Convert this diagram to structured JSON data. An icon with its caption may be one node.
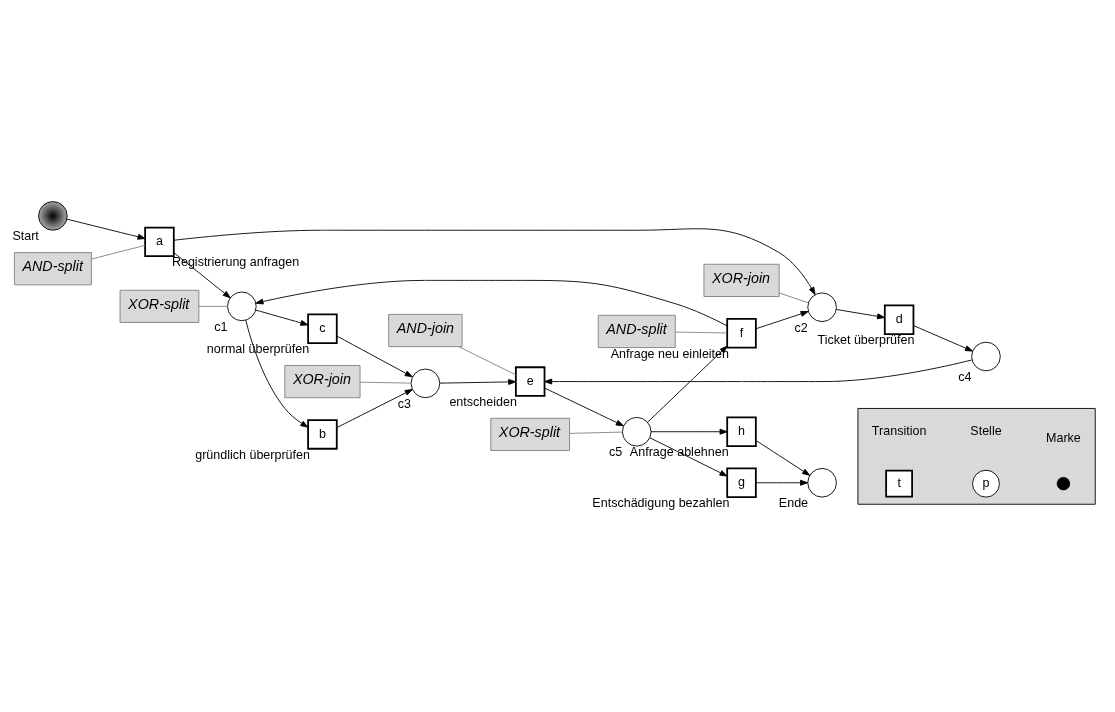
{
  "diagram": {
    "nodes": [
      {
        "text": [],
        "shape": "circle",
        "beside": [
          "Start"
        ]
      },
      {
        "text": [
          "a"
        ],
        "beside": [
          "Registrierung anfragen"
        ]
      },
      {
        "text": [],
        "shape": "circle",
        "beside": [
          "c1"
        ]
      },
      {
        "text": [],
        "shape": "circle",
        "beside": [
          "c2"
        ]
      },
      {
        "text": [
          "b"
        ],
        "beside": [
          "gründlich überprüfen"
        ]
      },
      {
        "text": [
          "c"
        ],
        "beside": [
          "normal überprüfen"
        ]
      },
      {
        "text": [
          "d"
        ],
        "beside": [
          "Ticket überprüfen"
        ]
      },
      {
        "text": [],
        "shape": "circle",
        "beside": [
          "c3"
        ]
      },
      {
        "text": [],
        "shape": "circle",
        "beside": [
          "c4"
        ]
      },
      {
        "text": [
          "e"
        ],
        "beside": [
          "entscheiden"
        ]
      },
      {
        "text": [],
        "shape": "circle",
        "beside": [
          "c5"
        ]
      },
      {
        "text": [
          "g"
        ],
        "beside": [
          "Entschädigung bezahlen"
        ]
      },
      {
        "text": [
          "h"
        ],
        "beside": [
          "Anfrage ablehnen"
        ]
      },
      {
        "text": [],
        "shape": "circle",
        "beside": [
          "Ende"
        ]
      },
      {
        "text": [
          "f"
        ],
        "beside": [
          "Anfrage neu einleiten"
        ]
      },
      {
        "text": [
          "AND-split"
        ]
      },
      {
        "text": [
          "XOR-split"
        ]
      },
      {
        "text": [
          "XOR-join"
        ]
      },
      {
        "text": [
          "AND-join"
        ]
      },
      {
        "text": [
          "XOR-split"
        ]
      },
      {
        "text": [
          "XOR-join"
        ]
      },
      {
        "text": [
          "AND-split"
        ]
      },
      {
        "text": [],
        "shape": "box"
      }
    ],
    "edges": [
      {
        "from": 0,
        "to": 1,
        "arrow": "to"
      },
      {
        "from": 1,
        "to": 2,
        "arrow": "to"
      },
      {
        "from": 1,
        "to": 3,
        "arrow": "to"
      },
      {
        "from": 2,
        "to": 4,
        "arrow": "to"
      },
      {
        "from": 2,
        "to": 5,
        "arrow": "to"
      },
      {
        "from": 3,
        "to": 6,
        "arrow": "to"
      },
      {
        "from": 4,
        "to": 7,
        "arrow": "to"
      },
      {
        "from": 5,
        "to": 7,
        "arrow": "to"
      },
      {
        "from": 6,
        "to": 8,
        "arrow": "to"
      },
      {
        "from": 7,
        "to": 9,
        "arrow": "to"
      },
      {
        "from": 8,
        "to": 9,
        "arrow": "to"
      },
      {
        "from": 9,
        "to": 10,
        "arrow": "to"
      },
      {
        "from": 10,
        "to": 11,
        "arrow": "to"
      },
      {
        "from": 10,
        "to": 12,
        "arrow": "to"
      },
      {
        "from": 11,
        "to": 13,
        "arrow": "to"
      },
      {
        "from": 12,
        "to": 13,
        "arrow": "to"
      },
      {
        "from": 10,
        "to": 14,
        "arrow": "to"
      },
      {
        "from": 14,
        "to": 2,
        "arrow": "to"
      },
      {
        "from": 14,
        "to": 3,
        "arrow": "to"
      },
      {
        "from": 15,
        "to": 1,
        "arrow": "none",
        "color": "#808080"
      },
      {
        "from": 16,
        "to": 2,
        "arrow": "none",
        "color": "#808080"
      },
      {
        "from": 17,
        "to": 7,
        "arrow": "none",
        "color": "#808080"
      },
      {
        "from": 18,
        "to": 9,
        "arrow": "none",
        "color": "#808080"
      },
      {
        "from": 19,
        "to": 10,
        "arrow": "none",
        "color": "#808080"
      },
      {
        "from": 20,
        "to": 3,
        "arrow": "none",
        "color": "#808080"
      },
      {
        "from": 21,
        "to": 14,
        "arrow": "none",
        "color": "#808080"
      }
    ],
    "labels": [
      "t",
      "p"
    ],
    "legend": [
      {
        "text": "Transition"
      },
      {
        "text": "Stelle"
      },
      {
        "text": "Marke"
      }
    ]
  }
}
